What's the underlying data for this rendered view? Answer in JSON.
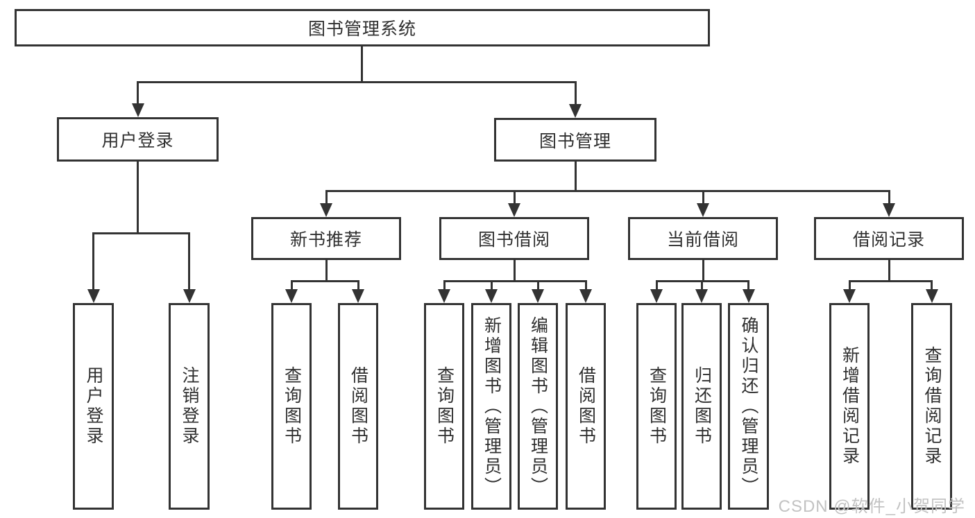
{
  "diagram_title": "图书管理系统",
  "tree": {
    "label": "图书管理系统",
    "children": [
      {
        "label": "用户登录",
        "children": [
          {
            "label": "用户登录"
          },
          {
            "label": "注销登录"
          }
        ]
      },
      {
        "label": "图书管理",
        "children": [
          {
            "label": "新书推荐",
            "children": [
              {
                "label": "查询图书"
              },
              {
                "label": "借阅图书"
              }
            ]
          },
          {
            "label": "图书借阅",
            "children": [
              {
                "label": "查询图书"
              },
              {
                "label": "新增图书（管理员）"
              },
              {
                "label": "编辑图书（管理员）"
              },
              {
                "label": "借阅图书"
              }
            ]
          },
          {
            "label": "当前借阅",
            "children": [
              {
                "label": "查询图书"
              },
              {
                "label": "归还图书"
              },
              {
                "label": "确认归还（管理员）"
              }
            ]
          },
          {
            "label": "借阅记录",
            "children": [
              {
                "label": "新增借阅记录"
              },
              {
                "label": "查询借阅记录"
              }
            ]
          }
        ]
      }
    ]
  },
  "watermark": {
    "text": "CSDN @软件_小贺同学"
  },
  "colors": {
    "box_border": "#333333",
    "connector": "#333333",
    "text": "#2f2f2f",
    "watermark_text": "#c2c2c2",
    "background": "#ffffff"
  }
}
